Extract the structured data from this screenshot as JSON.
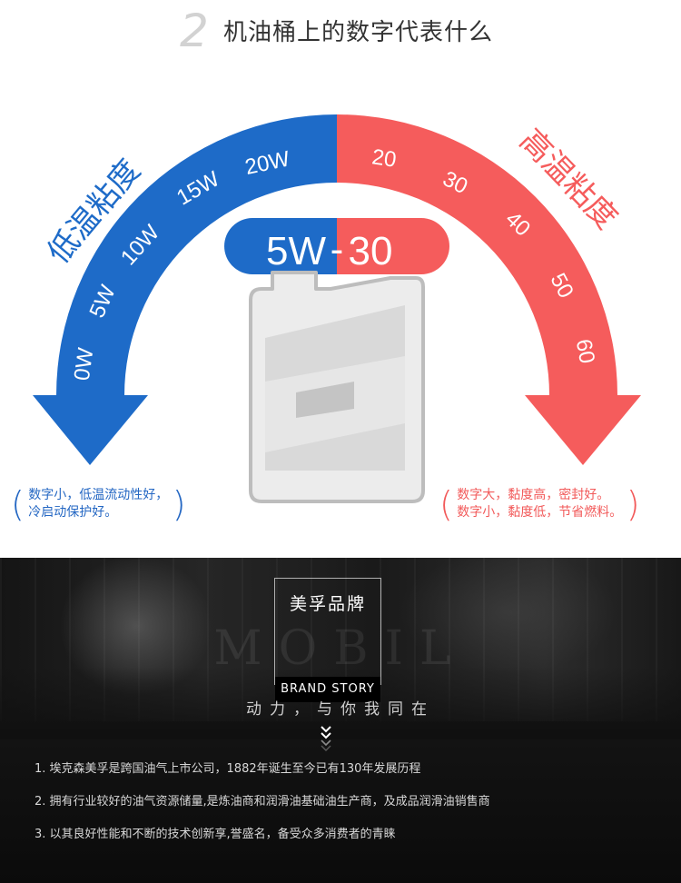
{
  "heading": {
    "number": "2",
    "title": "机油桶上的数字代表什么"
  },
  "diagram": {
    "grade_left": "5W",
    "grade_right": "30",
    "grade_separator": "-",
    "low_temp_title": "低温粘度",
    "high_temp_title": "高温粘度",
    "low_temp_ticks": [
      "0W",
      "5W",
      "10W",
      "15W",
      "20W"
    ],
    "high_temp_ticks": [
      "20",
      "30",
      "40",
      "50",
      "60"
    ],
    "low_note_line1": "数字小，低温流动性好，",
    "low_note_line2": "冷启动保护好。",
    "high_note_line1": "数字大，黏度高，密封好。",
    "high_note_line2": "数字小，黏度低，节省燃料。",
    "bracket_open": "(",
    "bracket_close": ")",
    "colors": {
      "blue": "#1e6bc8",
      "red": "#f55c5c",
      "note_blue": "#2467c3",
      "note_red": "#f25a5a",
      "jug": "#ececec"
    }
  },
  "brand": {
    "watermark": "MOBIL",
    "title_cn": "美孚品牌",
    "title_en": "BRAND STORY",
    "tagline": "动力，与你我同在",
    "items": [
      "1. 埃克森美孚是跨国油气上市公司，1882年诞生至今已有130年发展历程",
      "2. 拥有行业较好的油气资源储量,是炼油商和润滑油基础油生产商，及成品润滑油销售商",
      "3. 以其良好性能和不断的技术创新享,誉盛名，备受众多消费者的青睐"
    ]
  }
}
